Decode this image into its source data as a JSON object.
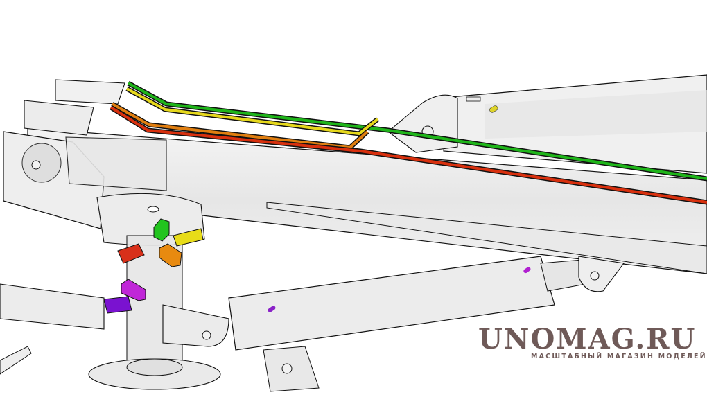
{
  "diagram": {
    "subject": "Crane / manipulator boom assembly with colored hydraulic hose fittings (transparent 3D render)",
    "hoses": [
      {
        "name": "green-hose",
        "color": "#1fb51a"
      },
      {
        "name": "yellow-hose",
        "color": "#e6d81c"
      },
      {
        "name": "orange-hose",
        "color": "#e07e10"
      },
      {
        "name": "red-hose",
        "color": "#d8300e"
      }
    ],
    "fittings": [
      {
        "name": "green-fitting",
        "color": "#22c41e"
      },
      {
        "name": "yellow-fitting",
        "color": "#e8dc18"
      },
      {
        "name": "red-fitting",
        "color": "#d8301a"
      },
      {
        "name": "orange-fitting",
        "color": "#e88a10"
      },
      {
        "name": "magenta-fitting",
        "color": "#c026d8"
      },
      {
        "name": "purple-fitting",
        "color": "#7a12d0"
      }
    ],
    "pins": [
      {
        "name": "yellow-pin",
        "color": "#ded42a"
      },
      {
        "name": "purple-pin-lower-cylinder",
        "color": "#8a22c8"
      },
      {
        "name": "magenta-pin-cylinder-end",
        "color": "#b020d0"
      }
    ]
  },
  "watermark": {
    "title": "UNOMAG.RU",
    "subtitle": "МАСШТАБНЫЙ МАГАЗИН МОДЕЛЕЙ",
    "color": "#6f5a58"
  }
}
